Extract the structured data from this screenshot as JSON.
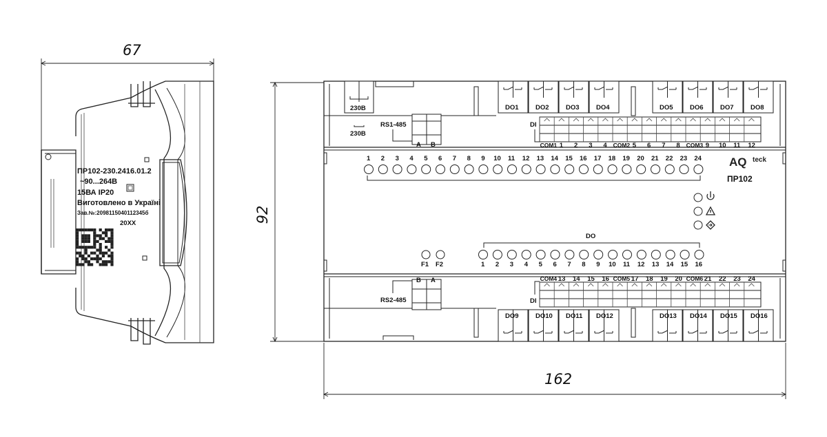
{
  "dimensions": {
    "width_side": "67",
    "height": "92",
    "width_front": "162"
  },
  "side_label": {
    "line1": "ПР102-230.2416.01.2",
    "line2": "~90...264В",
    "line3": "15ВА   IP20",
    "line4": "Виготовлено в Україні",
    "line5": "Зав.№:2098115040112345б",
    "line6": "20XX"
  },
  "front": {
    "power_label_top": "230В",
    "power_label_below": "230В",
    "rs1": {
      "title": "RS1-485",
      "a": "A",
      "b": "B"
    },
    "rs2": {
      "title": "RS2-485",
      "a": "A",
      "b": "B"
    },
    "do_top": [
      "DO1",
      "DO2",
      "DO3",
      "DO4",
      "DO5",
      "DO6",
      "DO7",
      "DO8"
    ],
    "do_bottom": [
      "DO9",
      "DO10",
      "DO11",
      "DO12",
      "DO13",
      "DO14",
      "DO15",
      "DO16"
    ],
    "di_label": "DI",
    "di_top_terms": [
      "COM1",
      "1",
      "2",
      "3",
      "4",
      "COM2",
      "5",
      "6",
      "7",
      "8",
      "COM3",
      "9",
      "10",
      "11",
      "12"
    ],
    "di_bottom_terms": [
      "COM4",
      "13",
      "14",
      "15",
      "16",
      "COM5",
      "17",
      "18",
      "19",
      "20",
      "COM6",
      "21",
      "22",
      "23",
      "24"
    ],
    "di_led_numbers": [
      "1",
      "2",
      "3",
      "4",
      "5",
      "6",
      "7",
      "8",
      "9",
      "10",
      "11",
      "12",
      "13",
      "14",
      "15",
      "16",
      "17",
      "18",
      "19",
      "20",
      "21",
      "22",
      "23",
      "24"
    ],
    "do_label": "DO",
    "do_led_numbers": [
      "1",
      "2",
      "3",
      "4",
      "5",
      "6",
      "7",
      "8",
      "9",
      "10",
      "11",
      "12",
      "13",
      "14",
      "15",
      "16"
    ],
    "fuse_leds": [
      "F1",
      "F2"
    ],
    "logo_main": "AQ",
    "logo_suffix": "teck",
    "model": "ПР102"
  }
}
